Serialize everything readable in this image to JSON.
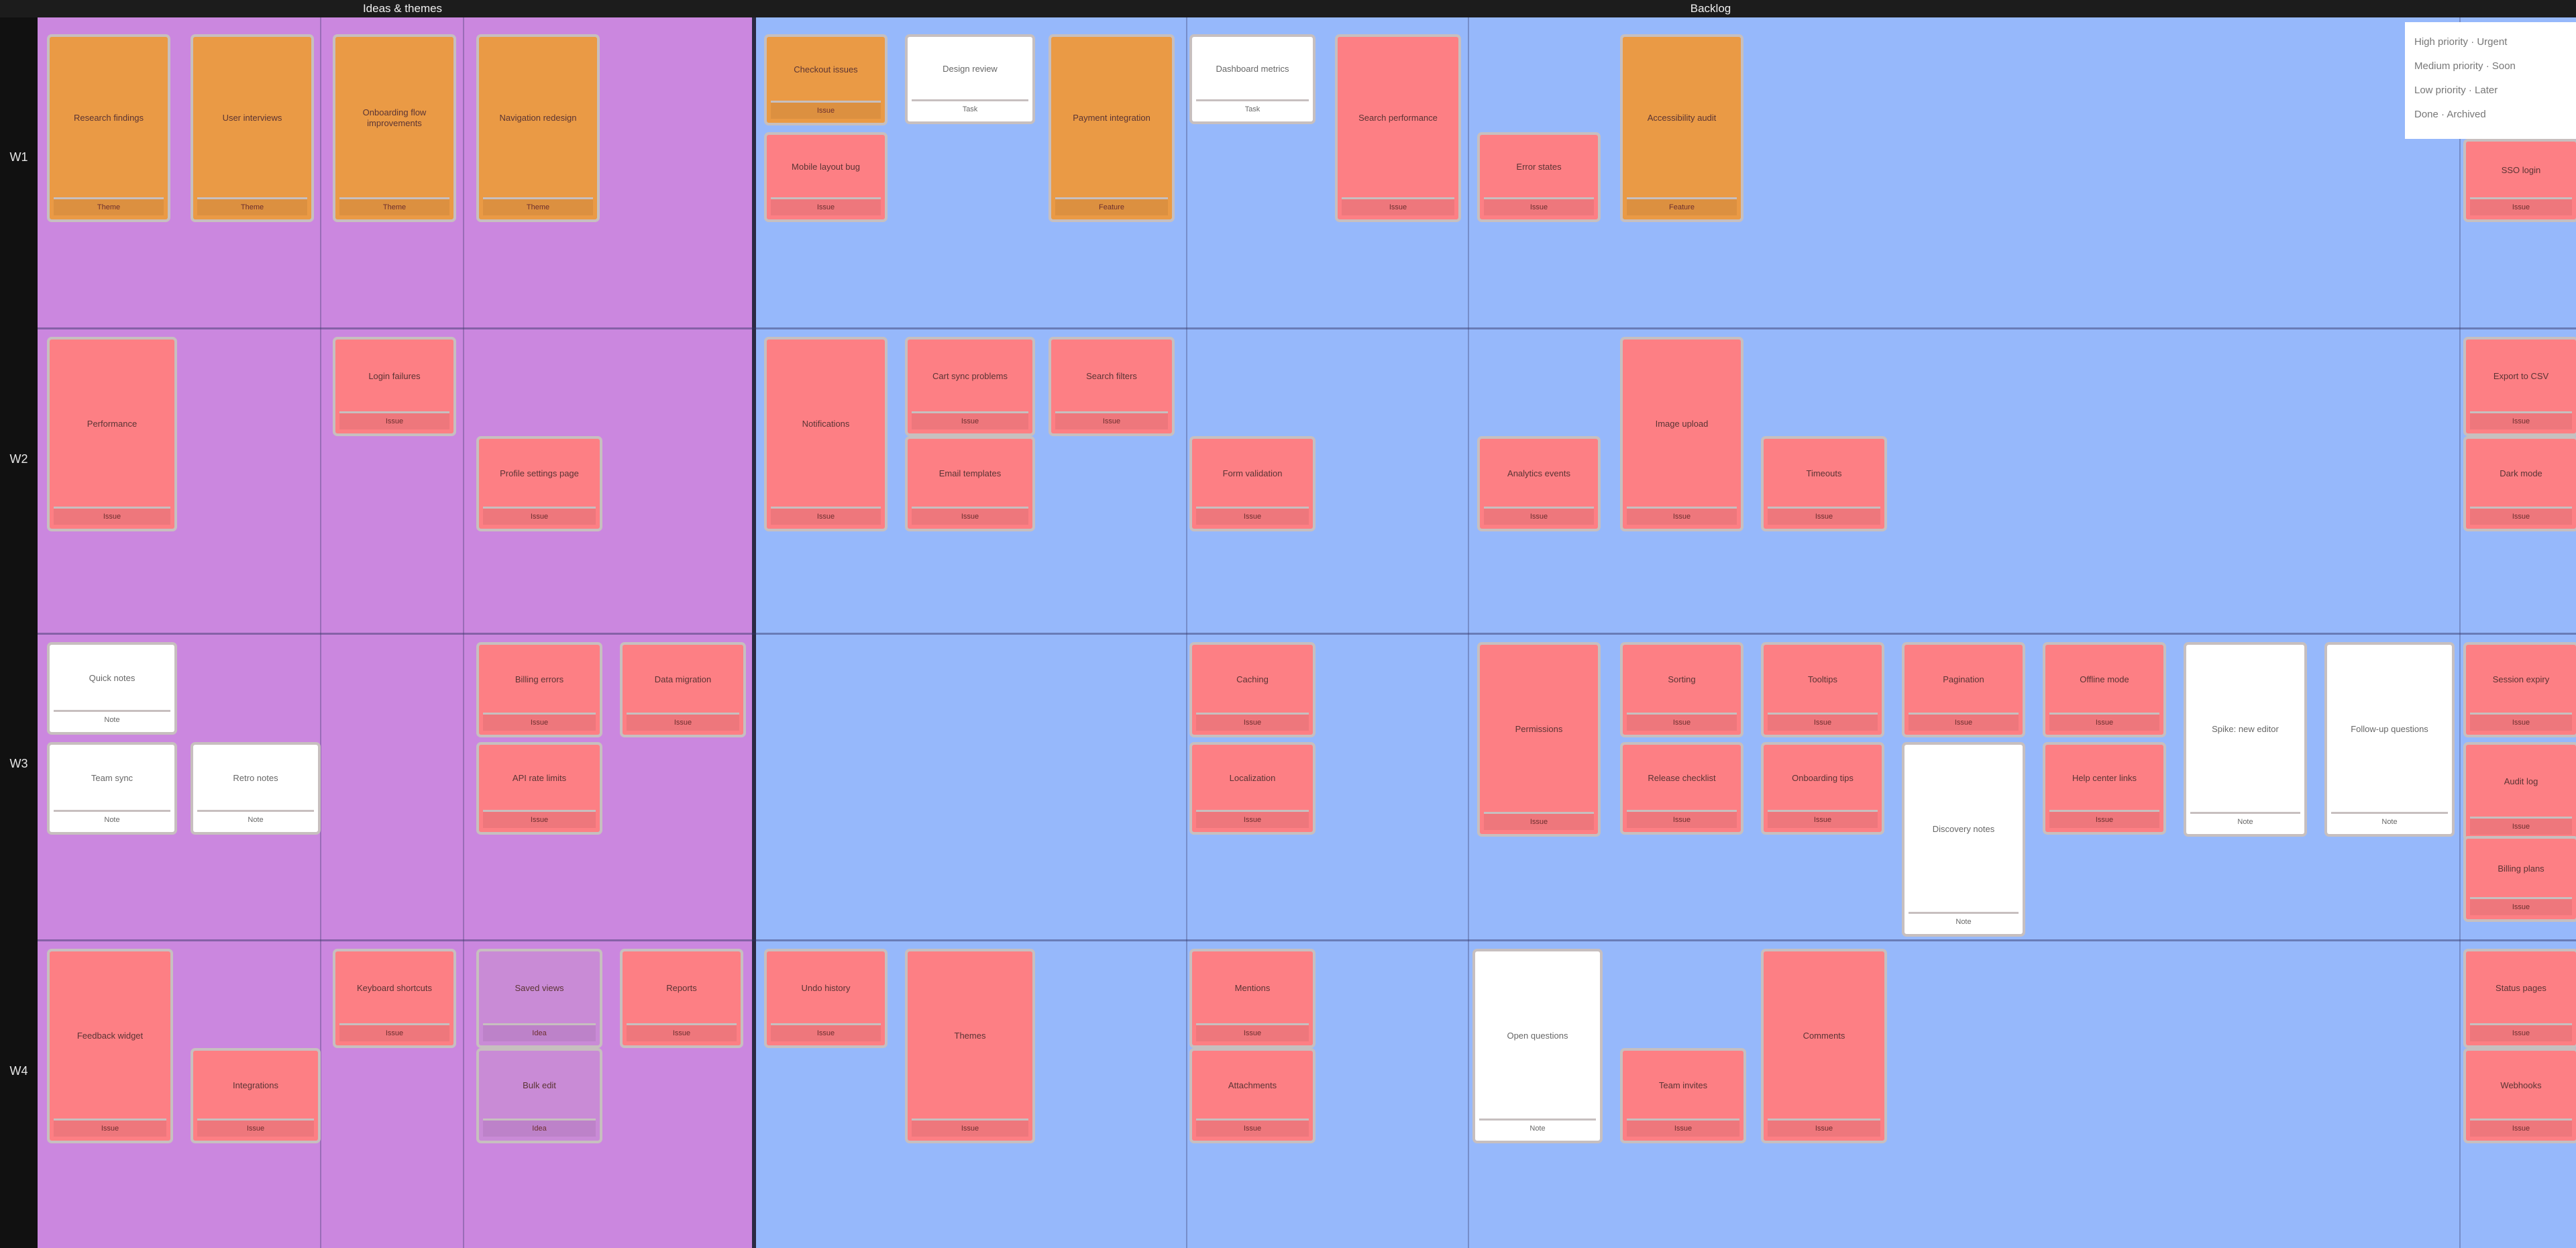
{
  "colors": {
    "purple_band": "#cb87df",
    "blue_band": "#96b8fb",
    "note_orange": "#ea9a45",
    "note_pink": "#fd7f84",
    "note_white": "#ffffff",
    "note_violet": "#c98bd6",
    "header_bg": "#1c1c1c",
    "label_column": "#111111"
  },
  "band_titles": [
    "Ideas & themes",
    "Backlog"
  ],
  "row_labels": [
    "W1",
    "W2",
    "W3",
    "W4"
  ],
  "legend": {
    "lines": [
      "High priority · Urgent",
      "Medium priority · Soon",
      "Low priority · Later",
      "Done · Archived"
    ]
  },
  "notes": [
    {
      "body": "Research findings",
      "tag": "Theme",
      "color": "orange"
    },
    {
      "body": "User interviews",
      "tag": "Theme",
      "color": "orange"
    },
    {
      "body": "Onboarding flow improvements",
      "tag": "Theme",
      "color": "orange"
    },
    {
      "body": "Navigation redesign",
      "tag": "Theme",
      "color": "orange"
    },
    {
      "body": "Checkout issues",
      "tag": "Issue",
      "color": "orange"
    },
    {
      "body": "Mobile layout bug",
      "tag": "Issue",
      "color": "pink"
    },
    {
      "body": "Design review",
      "tag": "Task",
      "color": "white"
    },
    {
      "body": "Payment integration",
      "tag": "Feature",
      "color": "orange"
    },
    {
      "body": "Dashboard metrics",
      "tag": "Task",
      "color": "white"
    },
    {
      "body": "Search performance",
      "tag": "Issue",
      "color": "pink"
    },
    {
      "body": "Error states",
      "tag": "Issue",
      "color": "pink"
    },
    {
      "body": "Accessibility audit",
      "tag": "Feature",
      "color": "orange"
    },
    {
      "body": "Performance",
      "tag": "Issue",
      "color": "pink"
    },
    {
      "body": "Login failures",
      "tag": "Issue",
      "color": "pink"
    },
    {
      "body": "Profile settings page",
      "tag": "Issue",
      "color": "pink"
    },
    {
      "body": "Notifications",
      "tag": "Issue",
      "color": "pink"
    },
    {
      "body": "Cart sync problems",
      "tag": "Issue",
      "color": "pink"
    },
    {
      "body": "Email templates",
      "tag": "Issue",
      "color": "pink"
    },
    {
      "body": "Search filters",
      "tag": "Issue",
      "color": "pink"
    },
    {
      "body": "Form validation",
      "tag": "Issue",
      "color": "pink"
    },
    {
      "body": "Analytics events",
      "tag": "Issue",
      "color": "pink"
    },
    {
      "body": "Image upload",
      "tag": "Issue",
      "color": "pink"
    },
    {
      "body": "Timeouts",
      "tag": "Issue",
      "color": "pink"
    },
    {
      "body": "Export to CSV",
      "tag": "Issue",
      "color": "pink"
    },
    {
      "body": "Dark mode",
      "tag": "Issue",
      "color": "pink"
    },
    {
      "body": "Session expiry",
      "tag": "Issue",
      "color": "pink"
    },
    {
      "body": "Quick notes",
      "tag": "Note",
      "color": "white"
    },
    {
      "body": "Team sync",
      "tag": "Note",
      "color": "white"
    },
    {
      "body": "Retro notes",
      "tag": "Note",
      "color": "white"
    },
    {
      "body": "Billing errors",
      "tag": "Issue",
      "color": "pink"
    },
    {
      "body": "Data migration",
      "tag": "Issue",
      "color": "pink"
    },
    {
      "body": "API rate limits",
      "tag": "Issue",
      "color": "pink"
    },
    {
      "body": "Caching",
      "tag": "Issue",
      "color": "pink"
    },
    {
      "body": "Localization",
      "tag": "Issue",
      "color": "pink"
    },
    {
      "body": "Permissions",
      "tag": "Issue",
      "color": "pink"
    },
    {
      "body": "Sorting",
      "tag": "Issue",
      "color": "pink"
    },
    {
      "body": "Tooltips",
      "tag": "Issue",
      "color": "pink"
    },
    {
      "body": "Pagination",
      "tag": "Issue",
      "color": "pink"
    },
    {
      "body": "Offline mode",
      "tag": "Issue",
      "color": "pink"
    },
    {
      "body": "Audit log",
      "tag": "Issue",
      "color": "pink"
    },
    {
      "body": "Spike: new editor",
      "tag": "Note",
      "color": "white"
    },
    {
      "body": "Follow-up questions",
      "tag": "Note",
      "color": "white"
    },
    {
      "body": "Discovery notes",
      "tag": "Note",
      "color": "white"
    },
    {
      "body": "Release checklist",
      "tag": "Issue",
      "color": "pink"
    },
    {
      "body": "Onboarding tips",
      "tag": "Issue",
      "color": "pink"
    },
    {
      "body": "Help center links",
      "tag": "Issue",
      "color": "pink"
    },
    {
      "body": "Feedback widget",
      "tag": "Issue",
      "color": "pink"
    },
    {
      "body": "Saved views",
      "tag": "Idea",
      "color": "violet"
    },
    {
      "body": "Bulk edit",
      "tag": "Idea",
      "color": "violet"
    },
    {
      "body": "Integrations",
      "tag": "Issue",
      "color": "pink"
    },
    {
      "body": "Keyboard shortcuts",
      "tag": "Issue",
      "color": "pink"
    },
    {
      "body": "Reports",
      "tag": "Issue",
      "color": "pink"
    },
    {
      "body": "Undo history",
      "tag": "Issue",
      "color": "pink"
    },
    {
      "body": "Themes",
      "tag": "Issue",
      "color": "pink"
    },
    {
      "body": "Open questions",
      "tag": "Note",
      "color": "white"
    },
    {
      "body": "Team invites",
      "tag": "Issue",
      "color": "pink"
    },
    {
      "body": "Comments",
      "tag": "Issue",
      "color": "pink"
    },
    {
      "body": "Mentions",
      "tag": "Issue",
      "color": "pink"
    },
    {
      "body": "Attachments",
      "tag": "Issue",
      "color": "pink"
    },
    {
      "body": "Status pages",
      "tag": "Issue",
      "color": "pink"
    },
    {
      "body": "Webhooks",
      "tag": "Issue",
      "color": "pink"
    },
    {
      "body": "SSO login",
      "tag": "Issue",
      "color": "pink"
    },
    {
      "body": "Billing plans",
      "tag": "Issue",
      "color": "pink"
    }
  ]
}
